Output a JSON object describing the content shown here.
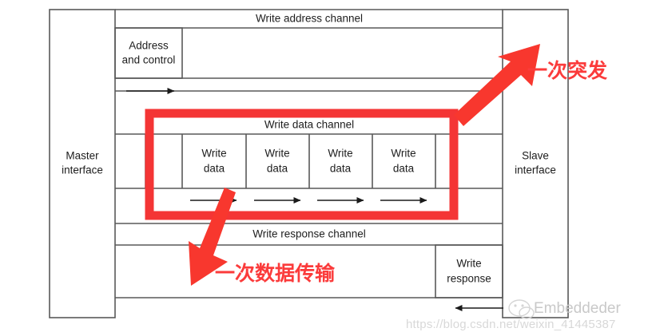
{
  "diagram": {
    "title": "AXI write transaction channel architecture",
    "endpoints": {
      "master": {
        "line1": "Master",
        "line2": "interface"
      },
      "slave": {
        "line1": "Slave",
        "line2": "interface"
      }
    },
    "channels": [
      {
        "id": "write-address-channel",
        "label": "Write address channel"
      },
      {
        "id": "write-data-channel",
        "label": "Write data channel"
      },
      {
        "id": "write-response-channel",
        "label": "Write response channel"
      }
    ],
    "payload_boxes": {
      "address_and_control": {
        "line1": "Address",
        "line2": "and control"
      },
      "write_data": {
        "line1": "Write",
        "line2": "data"
      },
      "write_response": {
        "line1": "Write",
        "line2": "response"
      }
    },
    "write_data_beats": [
      {
        "index": 1,
        "line1": "Write",
        "line2": "data"
      },
      {
        "index": 2,
        "line1": "Write",
        "line2": "data"
      },
      {
        "index": 3,
        "line1": "Write",
        "line2": "data"
      },
      {
        "index": 4,
        "line1": "Write",
        "line2": "data"
      }
    ],
    "flow_arrows": {
      "address_arrow_direction": "right",
      "data_arrow_count": 4,
      "data_arrow_direction": "right",
      "response_arrow_direction": "left"
    }
  },
  "annotations": [
    {
      "id": "burst-annotation",
      "text": "一次突发",
      "color": "#fb3b3b",
      "meaning": "one burst",
      "points_to": "write-data-channel-highlight"
    },
    {
      "id": "transfer-annotation",
      "text": "一次数据传输",
      "color": "#fb3b3b",
      "meaning": "one data transfer",
      "points_to": "single-write-data-beat"
    }
  ],
  "highlight": {
    "id": "write-data-burst-highlight",
    "color": "#f43535",
    "stroke_width": 11
  },
  "watermark": {
    "brand": "Embeddeder",
    "url": "https://blog.csdn.net/weixin_41445387",
    "icon": "wechat-icon"
  },
  "colors": {
    "accent_red": "#f43535",
    "annotation_red": "#fb3b3b",
    "line_gray": "#595959",
    "text_dark": "#1d1d1d",
    "watermark_gray": "#d5d5d5",
    "background": "#ffffff"
  }
}
